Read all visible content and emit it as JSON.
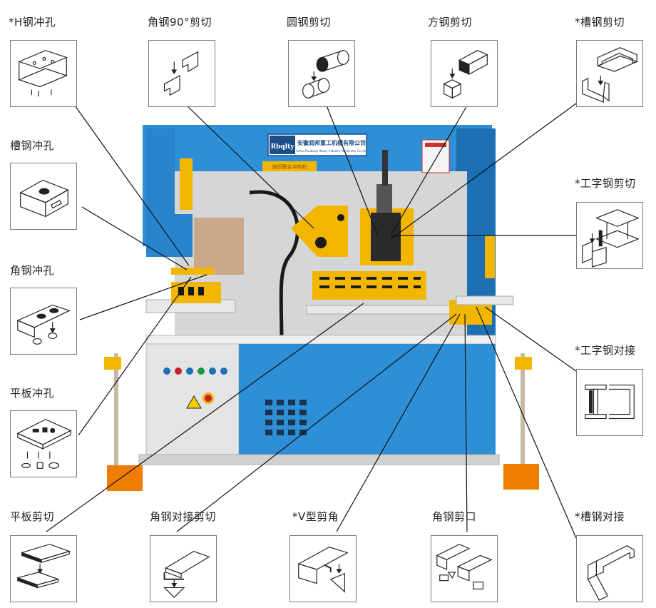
{
  "brand": {
    "logo": "Rbqlty",
    "company_cn": "安徽润邦重工机械有限公司",
    "company_en": "Anhui Runbang Heavy Industry Machinery Co.,Ltd",
    "plate_text": "液压联合冲剪机"
  },
  "functions": {
    "h_punch": "*H钢冲孔",
    "angle90_shear": "角钢90°剪切",
    "round_shear": "圆钢剪切",
    "square_shear": "方钢剪切",
    "channel_shear": "*槽钢剪切",
    "channel_punch": "槽钢冲孔",
    "ibeam_shear": "*工字钢剪切",
    "angle_punch": "角钢冲孔",
    "ibeam_butt": "*工字钢对接",
    "plate_punch": "平板冲孔",
    "plate_shear": "平板剪切",
    "angle_butt_shear": "角钢对接剪切",
    "v_notch": "*V型剪角",
    "angle_notch": "角钢剪口",
    "channel_butt": "*槽钢对接"
  },
  "colors": {
    "machine_blue": "#2f8fd6",
    "machine_blue_dark": "#1c6fb3",
    "body_gray": "#d9dadb",
    "tool_yellow": "#f2b600",
    "outline": "#7a7a7a"
  }
}
